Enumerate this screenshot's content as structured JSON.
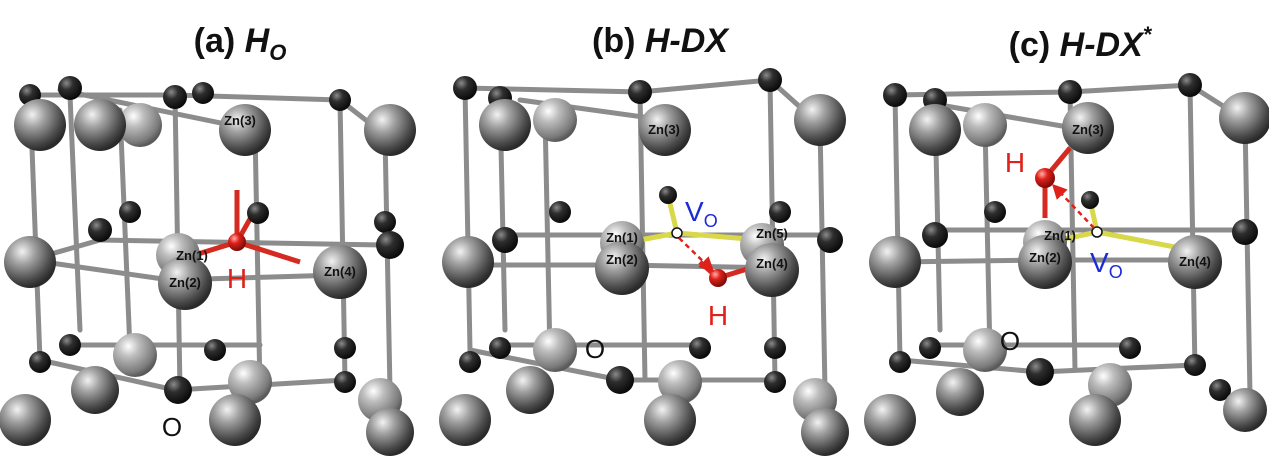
{
  "panels": [
    {
      "id": "a",
      "title_prefix": "(a) ",
      "title_main": "H",
      "title_sub": "O",
      "title_sup": "",
      "zn_labels": [
        "Zn(3)",
        "Zn(1)",
        "Zn(2)",
        "Zn(4)"
      ],
      "h_label": "H",
      "o_label": "O",
      "v_label": "",
      "v_sub": ""
    },
    {
      "id": "b",
      "title_prefix": "(b) ",
      "title_main": "H-DX",
      "title_sub": "",
      "title_sup": "",
      "zn_labels": [
        "Zn(3)",
        "Zn(1)",
        "Zn(2)",
        "Zn(5)",
        "Zn(4)"
      ],
      "h_label": "H",
      "o_label": "O",
      "v_label": "V",
      "v_sub": "O"
    },
    {
      "id": "c",
      "title_prefix": "(c) ",
      "title_main": "H-DX",
      "title_sub": "",
      "title_sup": "*",
      "zn_labels": [
        "Zn(3)",
        "Zn(1)",
        "Zn(2)",
        "Zn(4)"
      ],
      "h_label": "H",
      "o_label": "O",
      "v_label": "V",
      "v_sub": "O"
    }
  ],
  "colors": {
    "zn_atom": "#6e6e6e",
    "o_atom": "#1e1e1e",
    "h_atom": "#e0201a",
    "bond": "#8c8c8c",
    "h_bond": "#d42a20",
    "vacancy_bond": "#d8d84a",
    "arrow": "#e0201a",
    "vacancy_label": "#1b2bd6"
  }
}
